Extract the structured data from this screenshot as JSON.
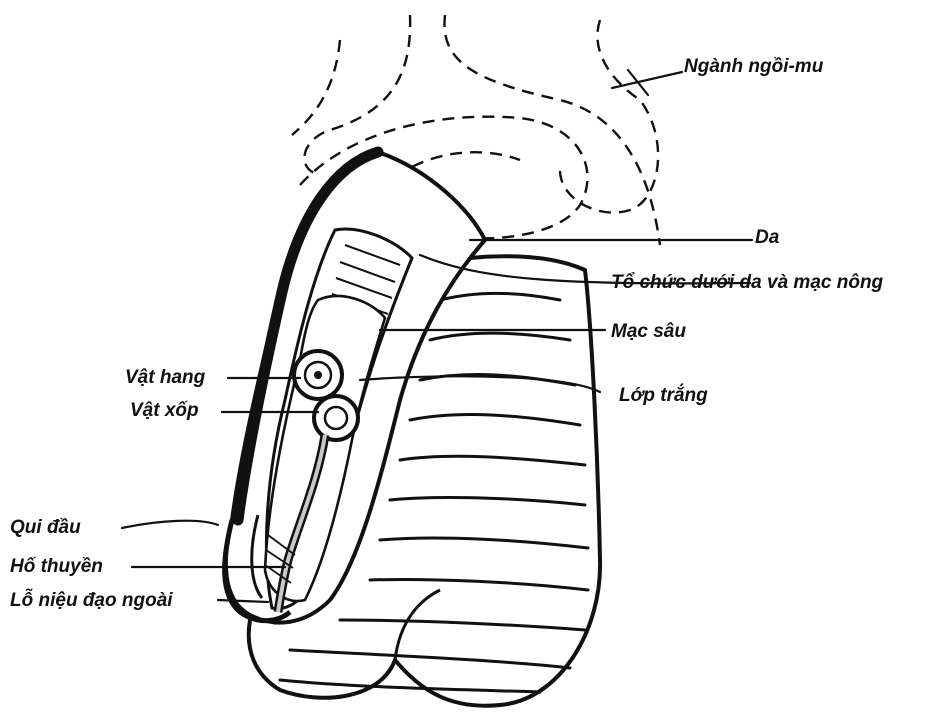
{
  "labels": {
    "nganh_ngoi_mu": "Ngành ngồi-mu",
    "da": "Da",
    "to_chuc_duoi_da": "Tổ chức dưới da và mạc nông",
    "mac_sau": "Mạc sâu",
    "lop_trang": "Lớp trắng",
    "vat_hang": "Vật hang",
    "vat_xop": "Vật xốp",
    "qui_dau": "Qui đầu",
    "ho_thuyen": "Hố thuyền",
    "lo_nieu_dao_ngoai": "Lỗ niệu đạo ngoài"
  },
  "colors": {
    "ink": "#111111",
    "shade": "#c8c8c8",
    "paper": "#ffffff"
  }
}
